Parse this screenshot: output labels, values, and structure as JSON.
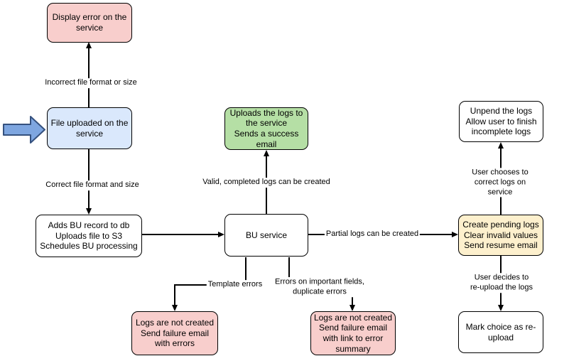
{
  "colors": {
    "node-border": "#000000",
    "line": "#000000",
    "pink": "#f8cecc",
    "blue": "#dae8fc",
    "green": "#b5dfa5",
    "yellow": "#fdf0cd",
    "white": "#ffffff",
    "block-arrow-fill": "#7ea6e0",
    "block-arrow-stroke": "#35517e"
  },
  "nodes": {
    "display_error": {
      "label": "Display error on the\nservice"
    },
    "file_uploaded": {
      "label": "File uploaded on the\nservice"
    },
    "adds_bu_record": {
      "label": "Adds BU record to db\nUploads file to S3\nSchedules BU processing"
    },
    "bu_service": {
      "label": "BU service"
    },
    "uploads_logs_success": {
      "label": "Uploads the logs to\nthe service\nSends a success\nemail"
    },
    "unpend_logs": {
      "label": "Unpend the logs\nAllow user to finish\nincomplete logs"
    },
    "create_pending_logs": {
      "label": "Create pending logs\nClear invalid values\nSend resume email"
    },
    "mark_reupload": {
      "label": "Mark choice as re-\nupload"
    },
    "logs_not_created_template": {
      "label": "Logs are not created\nSend failure email\nwith errors"
    },
    "logs_not_created_fields": {
      "label": "Logs are not created\nSend failure email\nwith link to error\nsummary"
    }
  },
  "edge_labels": {
    "incorrect_format": "Incorrect file format or size",
    "correct_format": "Correct file format and size",
    "valid_completed": "Valid, completed logs can be created",
    "partial_logs": "Partial logs can be created",
    "template_errors": "Template errors",
    "field_errors": "Errors on important fields,\nduplicate errors",
    "user_corrects": "User chooses to correct logs on service",
    "user_reuploads": "User decides to re-upload the logs"
  }
}
